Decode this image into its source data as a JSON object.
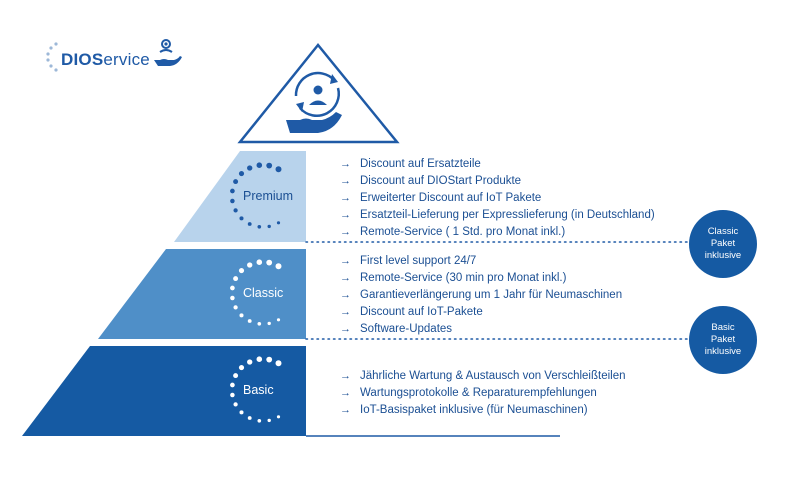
{
  "logo": {
    "bold": "DIOS",
    "regular": "ervice"
  },
  "colors": {
    "premium": "#b8d3ec",
    "classic": "#4f8fc8",
    "basic": "#155aa3",
    "outline": "#1f5aa6",
    "text": "#1b4f93"
  },
  "tiers": {
    "premium": {
      "label": "Premium",
      "features": [
        "Discount auf Ersatzteile",
        "Discount auf DIOStart Produkte",
        "Erweiterter Discount auf IoT Pakete",
        "Ersatzteil-Lieferung per Expresslieferung (in Deutschland)",
        "Remote-Service ( 1 Std. pro Monat inkl.)"
      ]
    },
    "classic": {
      "label": "Classic",
      "features": [
        "First level support 24/7",
        "Remote-Service (30 min pro Monat inkl.)",
        "Garantieverlängerung um 1 Jahr für Neumaschinen",
        "Discount auf IoT-Pakete",
        "Software-Updates"
      ]
    },
    "basic": {
      "label": "Basic",
      "features": [
        "Jährliche Wartung & Austausch von Verschleißteilen",
        "Wartungsprotokolle & Reparaturempfehlungen",
        "IoT-Basispaket inklusive (für Neumaschinen)"
      ]
    }
  },
  "badges": {
    "classic": "Classic\nPaket\ninklusive",
    "basic": "Basic\nPaket\ninklusive"
  }
}
